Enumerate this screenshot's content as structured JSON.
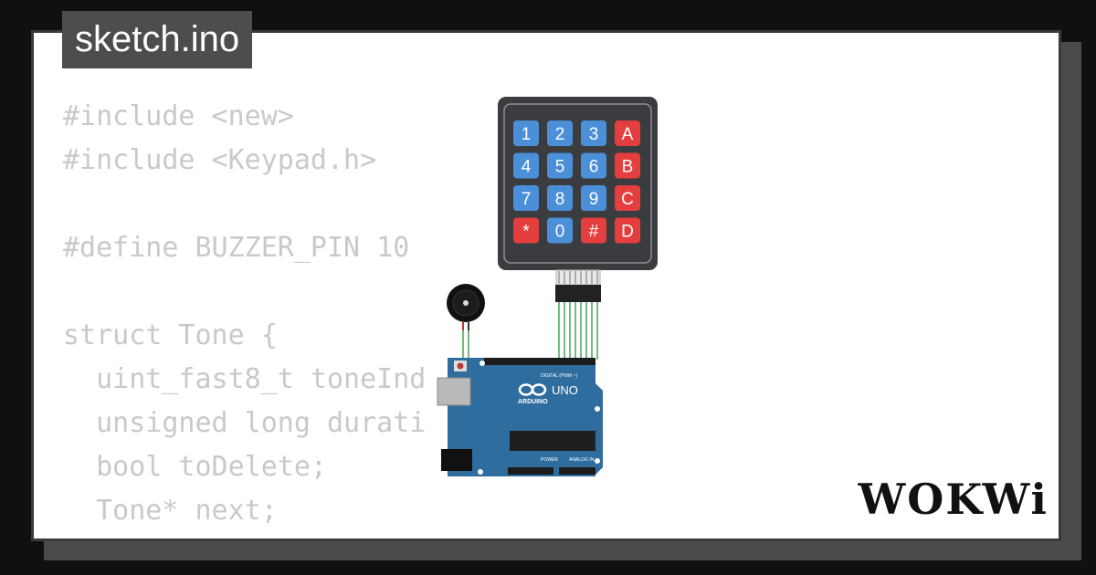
{
  "title": "sketch.ino",
  "code_lines": [
    "#include <new>",
    "#include <Keypad.h>",
    "",
    "#define BUZZER_PIN 10",
    "",
    "struct Tone {",
    "  uint_fast8_t toneInd",
    "  unsigned long durati",
    "  bool toDelete;",
    "  Tone* next;",
    "};"
  ],
  "keypad": {
    "keys": [
      "1",
      "2",
      "3",
      "A",
      "4",
      "5",
      "6",
      "B",
      "7",
      "8",
      "9",
      "C",
      "*",
      "0",
      "#",
      "D"
    ],
    "colors": {
      "number": "#4a8fd8",
      "letter": "#e53e3e",
      "frame": "#3b3c40"
    }
  },
  "board": {
    "model": "UNO",
    "brand": "ARDUINO",
    "digital_label": "DIGITAL (PWM ~)",
    "power_label": "POWER",
    "analog_label": "ANALOG IN",
    "color": "#2f6d9e"
  },
  "logo": "WOKWi",
  "colors": {
    "wire": "#1b8a2e",
    "background": "#101010",
    "card": "#ffffff",
    "tab": "#4d4d4d"
  }
}
